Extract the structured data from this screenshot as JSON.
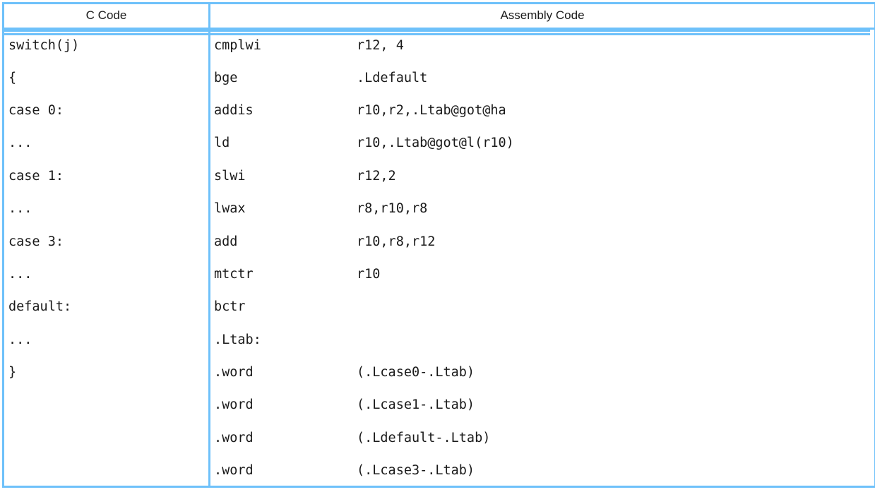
{
  "table": {
    "border_color": "#6ec1fa",
    "background": "#ffffff",
    "text_color": "#1a1a1a",
    "headers": {
      "c_code": "C Code",
      "assembly_code": "Assembly Code"
    },
    "rows": [
      {
        "c": "switch(j)",
        "mnemonic": "cmplwi",
        "operand": "r12, 4"
      },
      {
        "c": "{",
        "mnemonic": "bge",
        "operand": ".Ldefault"
      },
      {
        "c": "case 0:",
        "mnemonic": "addis",
        "operand": "r10,r2,.Ltab@got@ha"
      },
      {
        "c": "...",
        "mnemonic": "ld",
        "operand": "r10,.Ltab@got@l(r10)"
      },
      {
        "c": "case 1:",
        "mnemonic": "slwi",
        "operand": "r12,2"
      },
      {
        "c": "...",
        "mnemonic": "lwax",
        "operand": "r8,r10,r8"
      },
      {
        "c": "case 3:",
        "mnemonic": "add",
        "operand": "r10,r8,r12"
      },
      {
        "c": "...",
        "mnemonic": "mtctr",
        "operand": "r10"
      },
      {
        "c": "default:",
        "mnemonic": "bctr",
        "operand": ""
      },
      {
        "c": "...",
        "mnemonic": ".Ltab:",
        "operand": ""
      },
      {
        "c": "}",
        "mnemonic": ".word",
        "operand": "(.Lcase0-.Ltab)"
      },
      {
        "c": "",
        "mnemonic": ".word",
        "operand": "(.Lcase1-.Ltab)"
      },
      {
        "c": "",
        "mnemonic": ".word",
        "operand": "(.Ldefault-.Ltab)"
      },
      {
        "c": "",
        "mnemonic": ".word",
        "operand": "(.Lcase3-.Ltab)"
      }
    ]
  }
}
